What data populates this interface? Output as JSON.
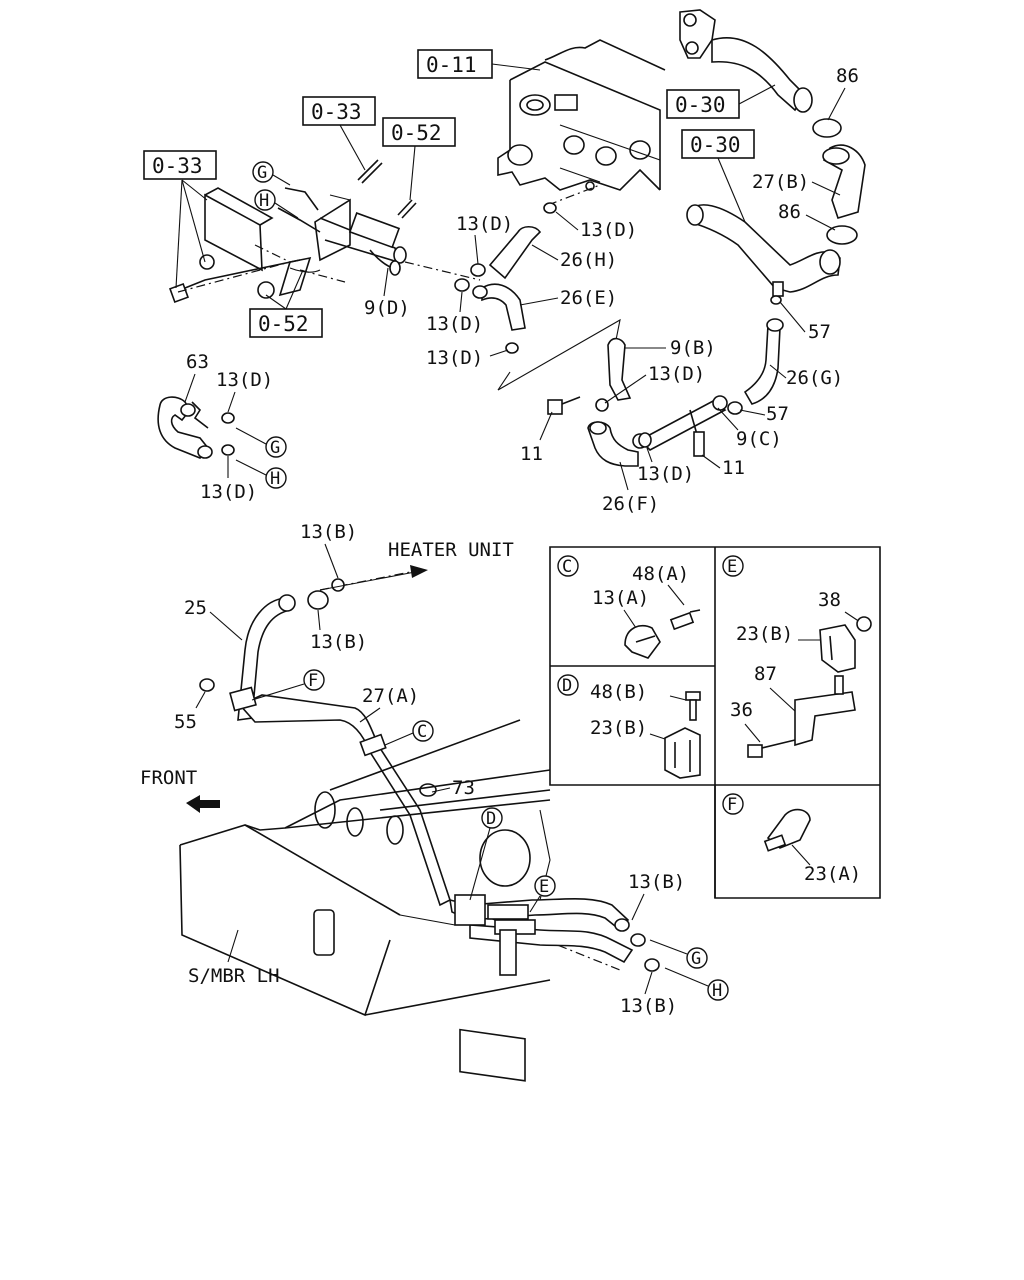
{
  "ref_boxes": [
    "0-11",
    "0-33",
    "0-52",
    "0-33",
    "0-52",
    "0-30",
    "0-30"
  ],
  "callouts": {
    "p86a": "86",
    "p27b": "27(B)",
    "p86b": "86",
    "p57a": "57",
    "p26g": "26(G)",
    "p57b": "57",
    "p13d_a": "13(D)",
    "p13d_b": "13(D)",
    "p26h": "26(H)",
    "p26e": "26(E)",
    "p9d": "9(D)",
    "p13d_c": "13(D)",
    "p13d_d": "13(D)",
    "p9b": "9(B)",
    "p13d_e": "13(D)",
    "p9c": "9(C)",
    "p11a": "11",
    "p13d_f": "13(D)",
    "p11b": "11",
    "p26f": "26(F)",
    "p63": "63",
    "p13d_g": "13(D)",
    "p13d_h": "13(D)",
    "p13b_a": "13(B)",
    "p25": "25",
    "p13b_b": "13(B)",
    "p55": "55",
    "p27a": "27(A)",
    "p73": "73",
    "p13b_c": "13(B)",
    "p13b_d": "13(B)",
    "heater_unit": "HEATER UNIT",
    "front": "FRONT",
    "smbr": "S/MBR LH"
  },
  "circle_letters": {
    "g": "G",
    "h": "H",
    "c": "C",
    "d": "D",
    "e": "E",
    "f": "F"
  },
  "inset": {
    "c": {
      "letter": "C",
      "p48a": "48(A)",
      "p13a": "13(A)"
    },
    "d": {
      "letter": "D",
      "p48b": "48(B)",
      "p23b": "23(B)"
    },
    "e": {
      "letter": "E",
      "p38": "38",
      "p23b": "23(B)",
      "p87": "87",
      "p36": "36"
    },
    "f": {
      "letter": "F",
      "p23a": "23(A)"
    }
  }
}
